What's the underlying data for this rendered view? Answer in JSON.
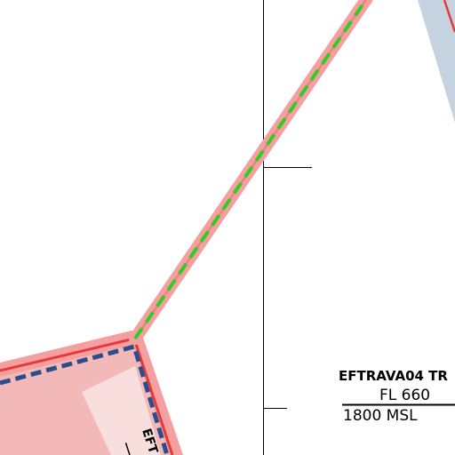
{
  "map": {
    "colors": {
      "background": "#ffffff",
      "airspace_halo": "#f5a0a0",
      "airspace_fill": "#f3b9b9",
      "airspace_fill_inner": "#f9dede",
      "airspace_border": "#e63a3a",
      "route_dash_green": "#33cc22",
      "route_dash_blue": "#2a4e8c",
      "restricted_area": "#c5d3e0",
      "grid_line": "#000000"
    },
    "area_label": {
      "name": "EFTRAVA04 TR",
      "upper_limit": "FL 660",
      "lower_limit": "1800 MSL"
    },
    "rotated_label_fragment": "EFT"
  }
}
